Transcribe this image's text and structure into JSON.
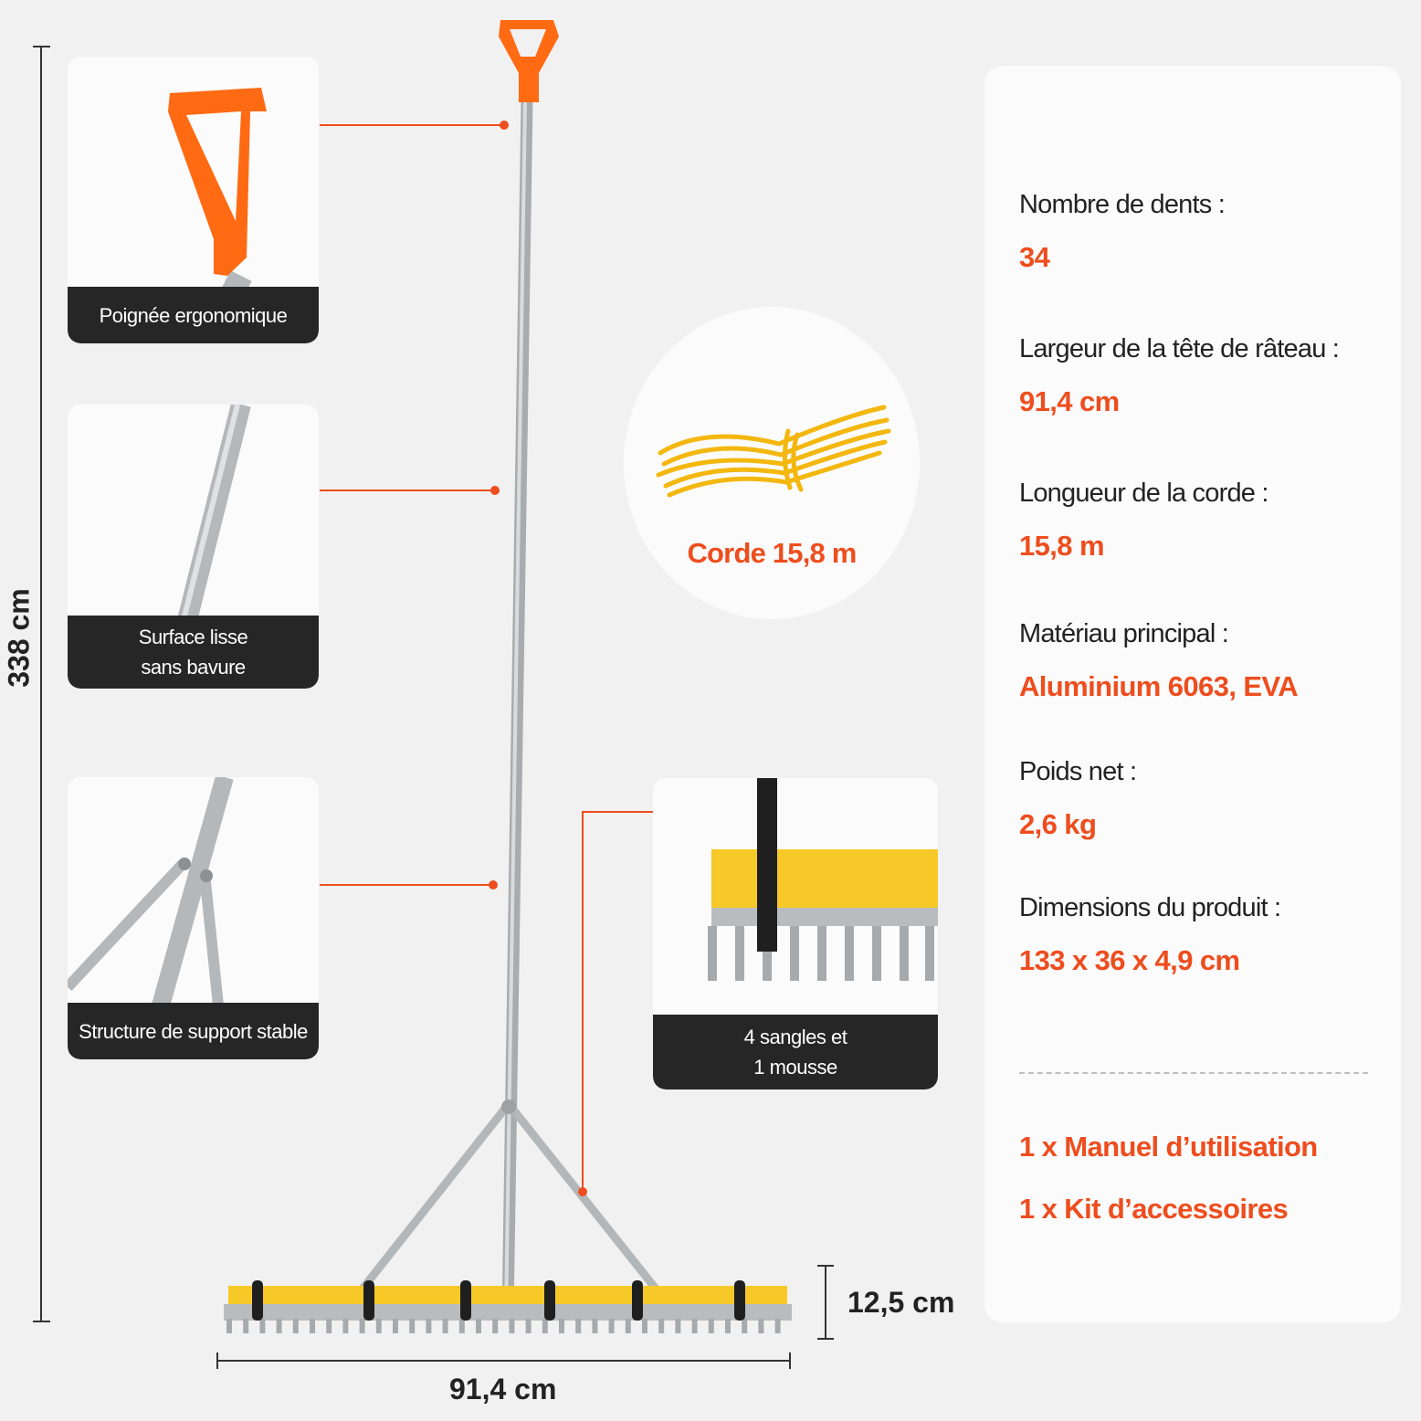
{
  "dimensions": {
    "height_label": "338 cm",
    "width_label": "91,4 cm",
    "head_height_label": "12,5 cm"
  },
  "features": [
    {
      "label": "Poignée ergonomique",
      "icon": "d-handle-icon"
    },
    {
      "label": "Surface lisse\nsans bavure",
      "icon": "pole-icon"
    },
    {
      "label": "Structure de support stable",
      "icon": "support-structure-icon"
    },
    {
      "label": "4 sangles et\n1 mousse",
      "icon": "straps-foam-icon"
    }
  ],
  "rope": {
    "label": "Corde 15,8 m",
    "icon": "rope-icon"
  },
  "specs": [
    {
      "label": "Nombre de dents :",
      "value": "34"
    },
    {
      "label": "Largeur de la tête de râteau :",
      "value": "91,4 cm"
    },
    {
      "label": "Longueur de la corde :",
      "value": "15,8 m"
    },
    {
      "label": "Matériau principal :",
      "value": "Aluminium 6063, EVA"
    },
    {
      "label": "Poids net :",
      "value": "2,6 kg"
    },
    {
      "label": "Dimensions du produit :",
      "value": "133 x 36 x 4,9 cm"
    }
  ],
  "accessories": [
    "1 x Manuel d’utilisation",
    "1 x Kit d’accessoires"
  ],
  "colors": {
    "accent": "#ee4d1e",
    "dark": "#262626",
    "foam": "#f7c928",
    "metal": "#b9bcbf"
  }
}
